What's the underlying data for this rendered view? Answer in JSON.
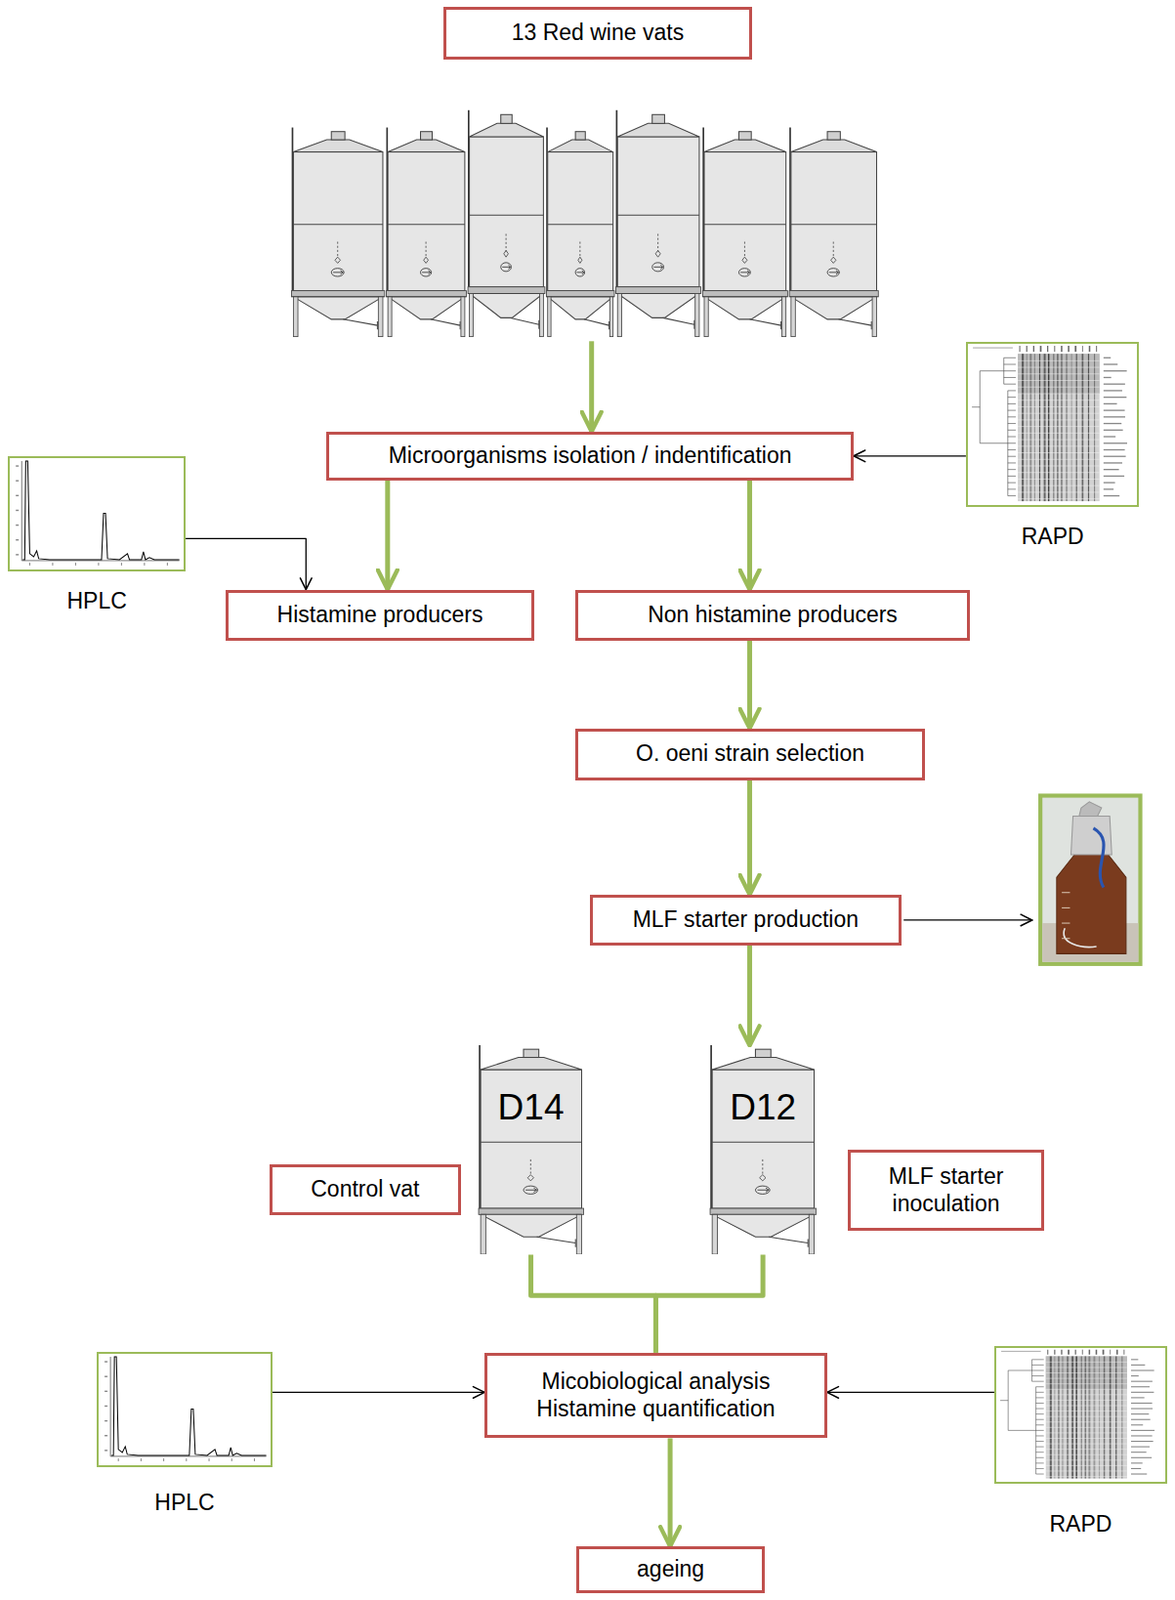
{
  "diagram": {
    "nodes": [
      {
        "text": [
          "13 Red wine vats"
        ]
      },
      {
        "text": [
          "Microorganisms isolation / indentification"
        ]
      },
      {
        "text": [
          "HPLC"
        ]
      },
      {
        "text": [
          "RAPD"
        ]
      },
      {
        "text": [
          "Histamine producers"
        ]
      },
      {
        "text": [
          "Non histamine producers"
        ]
      },
      {
        "text": [
          "O. oeni strain selection"
        ]
      },
      {
        "text": [
          "MLF starter production"
        ]
      },
      {
        "text": [
          "D14"
        ]
      },
      {
        "text": [
          "D12"
        ]
      },
      {
        "text": [
          "Control vat"
        ]
      },
      {
        "text": [
          "MLF starter inoculation"
        ]
      },
      {
        "text": [
          "HPLC"
        ]
      },
      {
        "text": [
          "Micobiological analysis Histamine quantification"
        ]
      },
      {
        "text": [
          "RAPD"
        ]
      },
      {
        "text": [
          "ageing"
        ]
      }
    ],
    "edges": [
      {
        "from": 0,
        "to": 1,
        "arrow": "to"
      },
      {
        "from": 3,
        "to": 1,
        "arrow": "to"
      },
      {
        "from": 2,
        "to": 4,
        "arrow": "to"
      },
      {
        "from": 1,
        "to": 4,
        "arrow": "to"
      },
      {
        "from": 1,
        "to": 5,
        "arrow": "to"
      },
      {
        "from": 5,
        "to": 6,
        "arrow": "to"
      },
      {
        "from": 6,
        "to": 7,
        "arrow": "to"
      },
      {
        "from": 7,
        "to": 9,
        "arrow": "to"
      },
      {
        "from": 8,
        "to": 13,
        "arrow": "none"
      },
      {
        "from": 9,
        "to": 13,
        "arrow": "none"
      },
      {
        "from": 12,
        "to": 13,
        "arrow": "to"
      },
      {
        "from": 14,
        "to": 13,
        "arrow": "to"
      },
      {
        "from": 13,
        "to": 15,
        "arrow": "to"
      }
    ]
  }
}
